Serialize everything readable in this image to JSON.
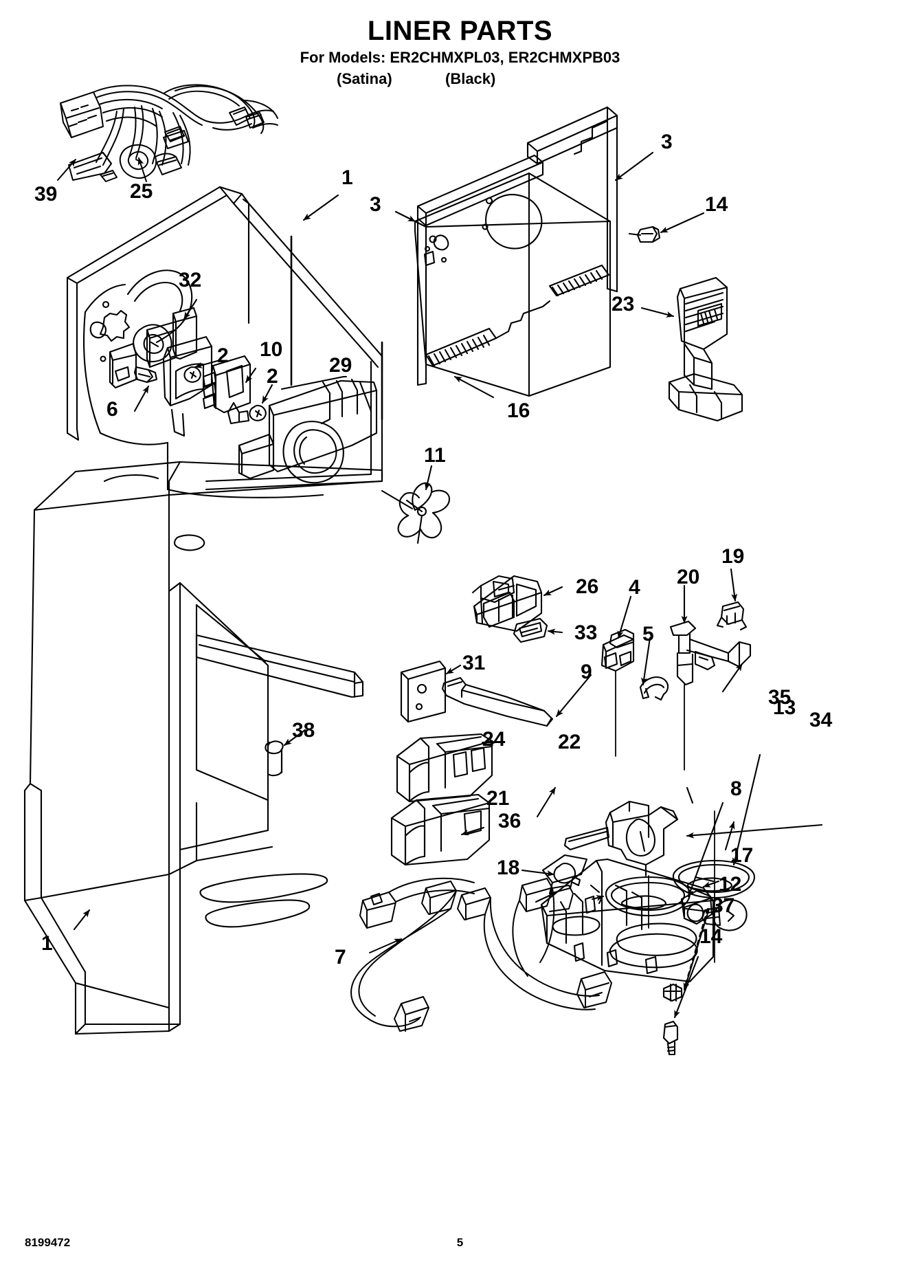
{
  "header": {
    "title": "LINER PARTS",
    "models_line": "For Models: ER2CHMXPL03, ER2CHMXPB03",
    "finish_left": "(Satina)",
    "finish_right": "(Black)"
  },
  "footer": {
    "part_number": "8199472",
    "page_number": "5"
  },
  "callouts": [
    {
      "id": "39",
      "label": "39"
    },
    {
      "id": "25",
      "label": "25"
    },
    {
      "id": "1-top",
      "label": "1"
    },
    {
      "id": "3-left",
      "label": "3"
    },
    {
      "id": "3-right",
      "label": "3"
    },
    {
      "id": "14-top",
      "label": "14"
    },
    {
      "id": "32",
      "label": "32"
    },
    {
      "id": "23",
      "label": "23"
    },
    {
      "id": "2-left",
      "label": "2"
    },
    {
      "id": "10",
      "label": "10"
    },
    {
      "id": "2-right",
      "label": "2"
    },
    {
      "id": "29",
      "label": "29"
    },
    {
      "id": "6",
      "label": "6"
    },
    {
      "id": "16",
      "label": "16"
    },
    {
      "id": "11",
      "label": "11"
    },
    {
      "id": "26",
      "label": "26"
    },
    {
      "id": "4",
      "label": "4"
    },
    {
      "id": "20",
      "label": "20"
    },
    {
      "id": "19",
      "label": "19"
    },
    {
      "id": "5",
      "label": "5"
    },
    {
      "id": "33",
      "label": "33"
    },
    {
      "id": "31",
      "label": "31"
    },
    {
      "id": "9",
      "label": "9"
    },
    {
      "id": "35",
      "label": "35"
    },
    {
      "id": "13",
      "label": "13"
    },
    {
      "id": "34",
      "label": "34"
    },
    {
      "id": "38",
      "label": "38"
    },
    {
      "id": "24",
      "label": "24"
    },
    {
      "id": "22",
      "label": "22"
    },
    {
      "id": "8",
      "label": "8"
    },
    {
      "id": "21",
      "label": "21"
    },
    {
      "id": "36",
      "label": "36"
    },
    {
      "id": "18",
      "label": "18"
    },
    {
      "id": "17",
      "label": "17"
    },
    {
      "id": "12",
      "label": "12"
    },
    {
      "id": "37",
      "label": "37"
    },
    {
      "id": "1-bottom",
      "label": "1"
    },
    {
      "id": "7",
      "label": "7"
    },
    {
      "id": "14-bottom",
      "label": "14"
    }
  ],
  "diagram": {
    "type": "exploded-parts-illustration",
    "line_color": "#000000",
    "background": "#ffffff"
  }
}
